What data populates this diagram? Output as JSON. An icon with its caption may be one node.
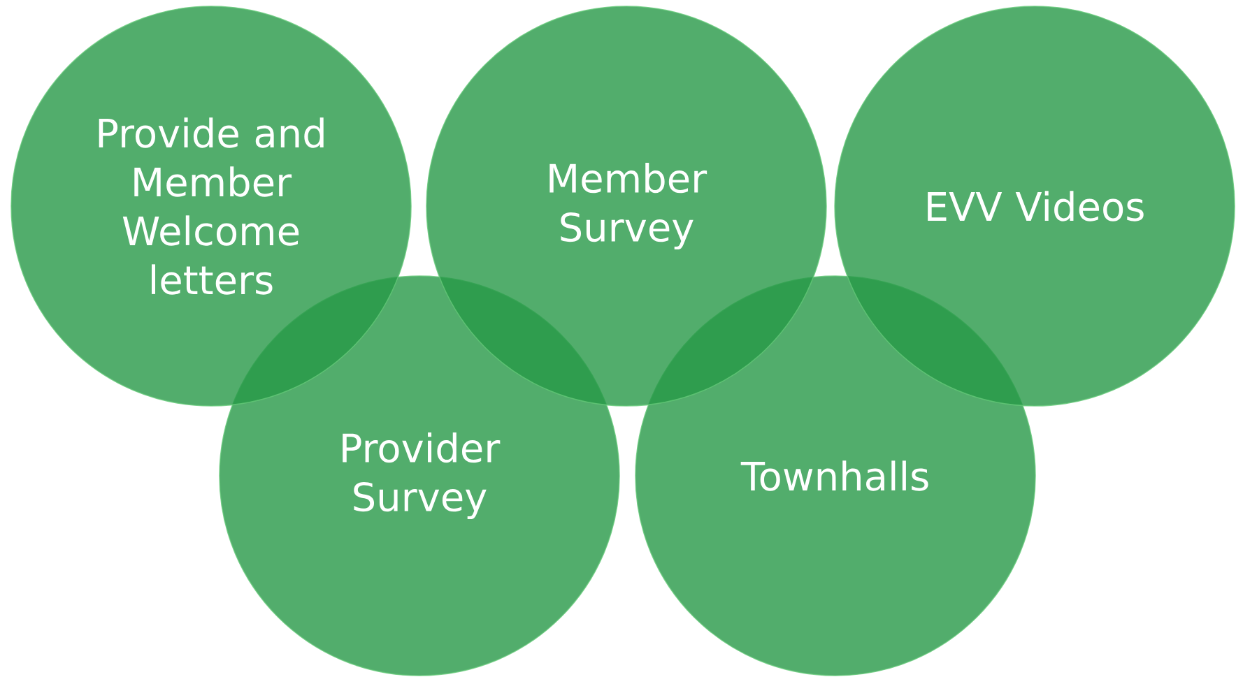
{
  "diagram": {
    "nodes": [
      {
        "text": [
          "Provide and Member Welcome letters"
        ]
      },
      {
        "text": [
          "Member Survey"
        ]
      },
      {
        "text": [
          "EVV Videos"
        ]
      },
      {
        "text": [
          "Provider Survey"
        ]
      },
      {
        "text": [
          "Townhalls"
        ]
      }
    ]
  }
}
